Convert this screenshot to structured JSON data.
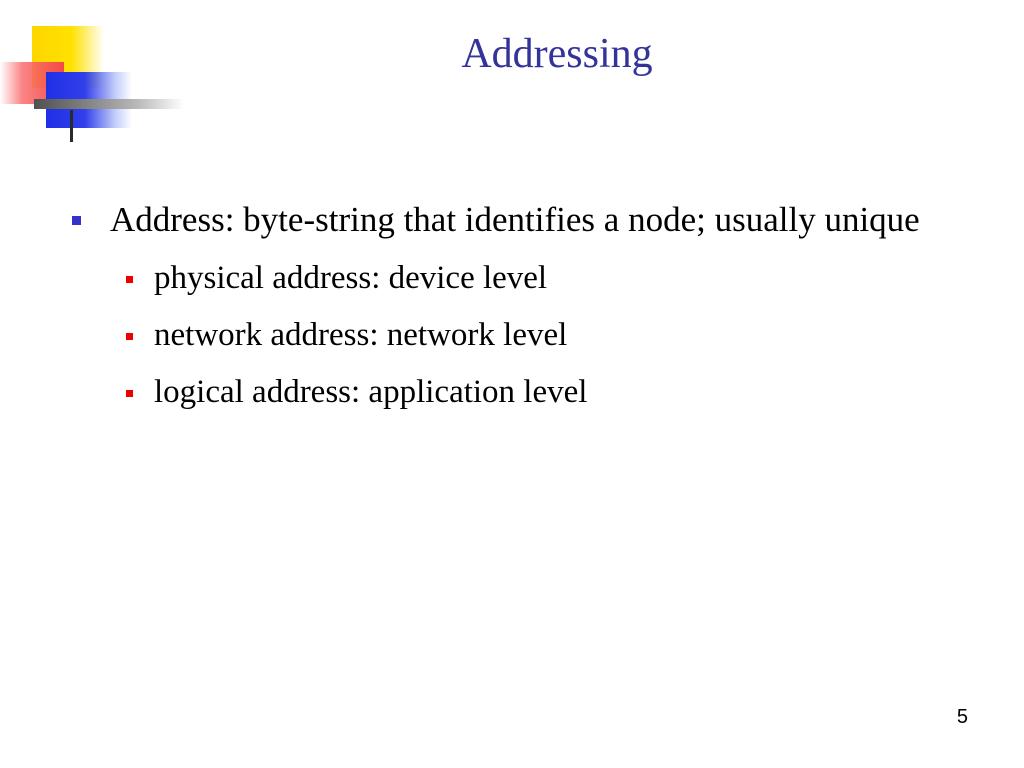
{
  "slide": {
    "title": "Addressing",
    "bullets": [
      {
        "text": "Address: byte-string that identifies a node; usually unique",
        "sub_bullets": [
          "physical address: device level",
          "network address: network level",
          "logical address: application level"
        ]
      }
    ],
    "page_number": "5"
  },
  "colors": {
    "title": "#333399",
    "level1_bullet": "#3333cc",
    "level2_bullet": "#ee0000",
    "deco_yellow": "#ffd500",
    "deco_red": "#f24a4a",
    "deco_blue": "#1f2fe6"
  }
}
